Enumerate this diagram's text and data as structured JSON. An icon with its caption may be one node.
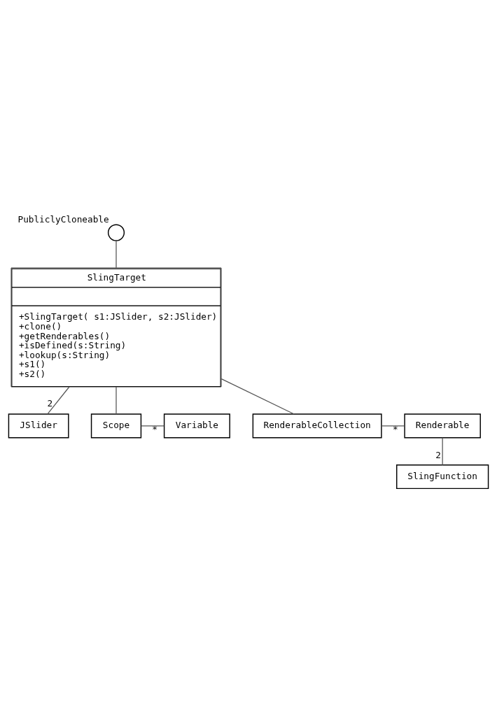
{
  "diagram": {
    "nodes": [
      {
        "text": [],
        "shape": "circle",
        "beside": [
          "PubliclyCloneable"
        ]
      },
      {
        "text": [
          "SlingTarget",
          "+SlingTarget( s1:JSlider, s2:JSlider)",
          "+clone()",
          "+getRenderables()",
          "+isDefined(s:String)",
          "+lookup(s:String)",
          "+s1()",
          "+s2()"
        ]
      },
      {
        "text": [
          "JSlider"
        ]
      },
      {
        "text": [
          "Scope"
        ]
      },
      {
        "text": [
          "Variable"
        ]
      },
      {
        "text": [
          "RenderableCollection"
        ]
      },
      {
        "text": [
          "Renderable"
        ]
      },
      {
        "text": [
          "SlingFunction"
        ]
      }
    ],
    "edges": [
      {
        "from": 0,
        "to": 1,
        "arrow": "none"
      },
      {
        "from": 1,
        "to": 2,
        "arrow": "none",
        "label": "2"
      },
      {
        "from": 1,
        "to": 3,
        "arrow": "none"
      },
      {
        "from": 3,
        "to": 4,
        "arrow": "none",
        "label": "*"
      },
      {
        "from": 1,
        "to": 5,
        "arrow": "none"
      },
      {
        "from": 5,
        "to": 6,
        "arrow": "none",
        "label": "*"
      },
      {
        "from": 6,
        "to": 7,
        "arrow": "none",
        "label": "2"
      }
    ]
  }
}
